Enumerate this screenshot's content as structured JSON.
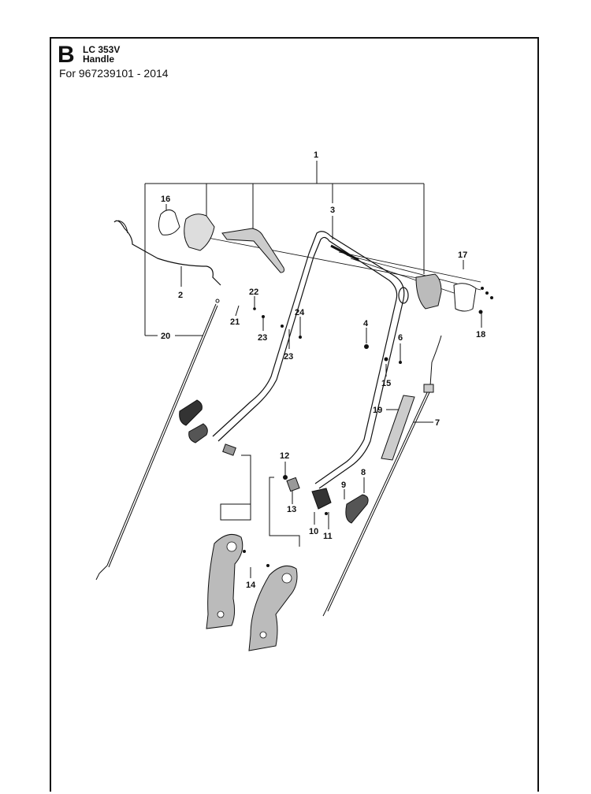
{
  "header": {
    "section_letter": "B",
    "model": "LC 353V",
    "title": "Handle",
    "applies_to": "For 967239101 - 2014"
  },
  "callouts": [
    {
      "id": "c1",
      "label": "1"
    },
    {
      "id": "c2",
      "label": "2"
    },
    {
      "id": "c3",
      "label": "3"
    },
    {
      "id": "c4",
      "label": "4"
    },
    {
      "id": "c6",
      "label": "6"
    },
    {
      "id": "c7",
      "label": "7"
    },
    {
      "id": "c8",
      "label": "8"
    },
    {
      "id": "c9",
      "label": "9"
    },
    {
      "id": "c10",
      "label": "10"
    },
    {
      "id": "c11",
      "label": "11"
    },
    {
      "id": "c12",
      "label": "12"
    },
    {
      "id": "c13",
      "label": "13"
    },
    {
      "id": "c14",
      "label": "14"
    },
    {
      "id": "c15",
      "label": "15"
    },
    {
      "id": "c16",
      "label": "16"
    },
    {
      "id": "c17",
      "label": "17"
    },
    {
      "id": "c18",
      "label": "18"
    },
    {
      "id": "c19",
      "label": "19"
    },
    {
      "id": "c20",
      "label": "20"
    },
    {
      "id": "c21",
      "label": "21"
    },
    {
      "id": "c22",
      "label": "22"
    },
    {
      "id": "c23a",
      "label": "23"
    },
    {
      "id": "c23b",
      "label": "23"
    },
    {
      "id": "c24",
      "label": "24"
    }
  ]
}
